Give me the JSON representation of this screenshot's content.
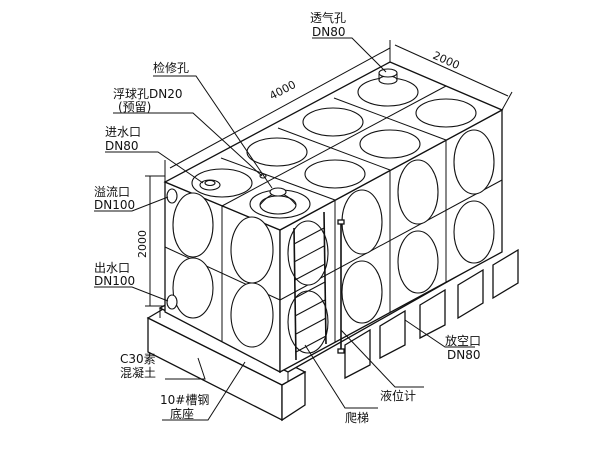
{
  "labels": {
    "vent_name": "透气孔",
    "vent_size": "DN80",
    "manhole": "检修孔",
    "float_name": "浮球孔DN20",
    "float_note": "(预留)",
    "inlet_name": "进水口",
    "inlet_size": "DN80",
    "overflow_name": "溢流口",
    "overflow_size": "DN100",
    "outlet_name": "出水口",
    "outlet_size": "DN100",
    "concrete_1": "C30素",
    "concrete_2": "混凝土",
    "steel_1": "10#槽钢",
    "steel_2": "底座",
    "ladder": "爬梯",
    "level_gauge": "液位计",
    "drain_name": "放空口",
    "drain_size": "DN80"
  },
  "dimensions": {
    "length": "4000",
    "width": "2000",
    "height": "2000"
  }
}
